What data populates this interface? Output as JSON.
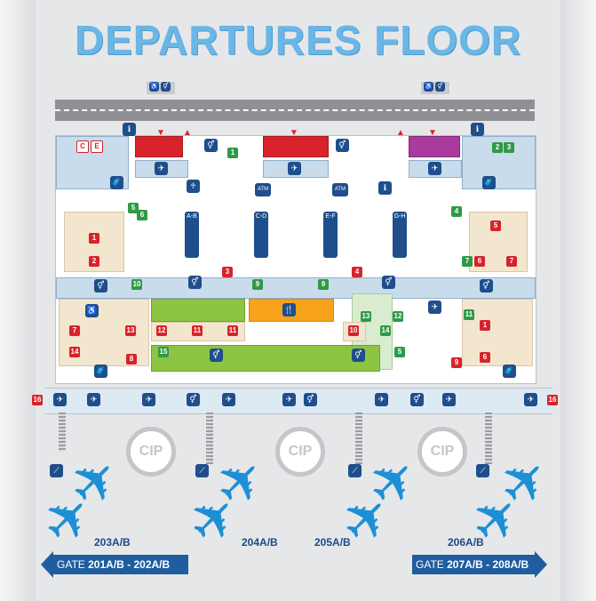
{
  "title": "DEPARTURES FLOOR",
  "check_in_islands": [
    "A-B",
    "C-D",
    "E-F",
    "G-H"
  ],
  "letters": [
    "C",
    "E"
  ],
  "atm_label": "ATM",
  "cip_label": "CIP",
  "gates": [
    "203A/B",
    "204A/B",
    "205A/B",
    "206A/B"
  ],
  "nav": {
    "left_prefix": "GATE ",
    "left_gates": "201A/B - 202A/B",
    "right_prefix": "GATE ",
    "right_gates": "207A/B - 208A/B"
  },
  "map_numbers": {
    "n1": "1",
    "n2": "2",
    "n3": "3",
    "n4": "4",
    "n5": "5",
    "n6": "6",
    "n7": "7",
    "n8": "8",
    "n9": "9",
    "n10": "10",
    "n11": "11",
    "n12": "12",
    "n13": "13",
    "n14": "14",
    "n15": "15",
    "n16": "16"
  },
  "colors": {
    "title": "#6ab6e6",
    "icon": "#1f4e8c",
    "plane": "#1d8fd6",
    "arrow": "#1f5d9e",
    "shop_red": "#d8232a",
    "green_zone": "#8dc441",
    "orange_zone": "#f7a21b"
  }
}
